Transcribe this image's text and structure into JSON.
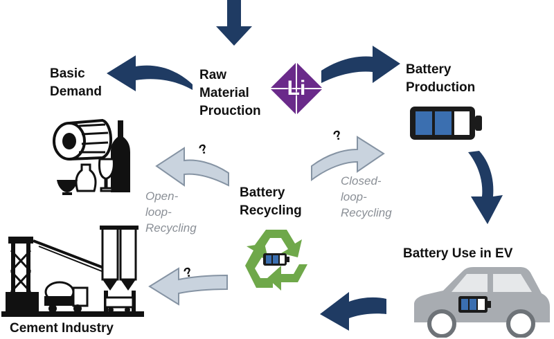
{
  "labels": {
    "raw_material": "Raw\nMaterial\nProuction",
    "basic_demand": "Basic\nDemand",
    "battery_production": "Battery\nProduction",
    "battery_recycling": "Battery\nRecycling",
    "battery_use": "Battery Use in EV",
    "cement": "Cement Industry",
    "open_loop": "Open-\nloop-\nRecycling",
    "closed_loop": "Closed-\nloop-\nRecycling",
    "lithium_symbol": "Li",
    "question_mark": "?"
  },
  "colors": {
    "dark_arrow": "#1f3b63",
    "light_arrow": "#c9d3de",
    "light_arrow_stroke": "#8593a3",
    "lithium": "#6a2a8a",
    "battery_blue": "#3b6fb0",
    "recycle_green": "#6fa84a"
  }
}
